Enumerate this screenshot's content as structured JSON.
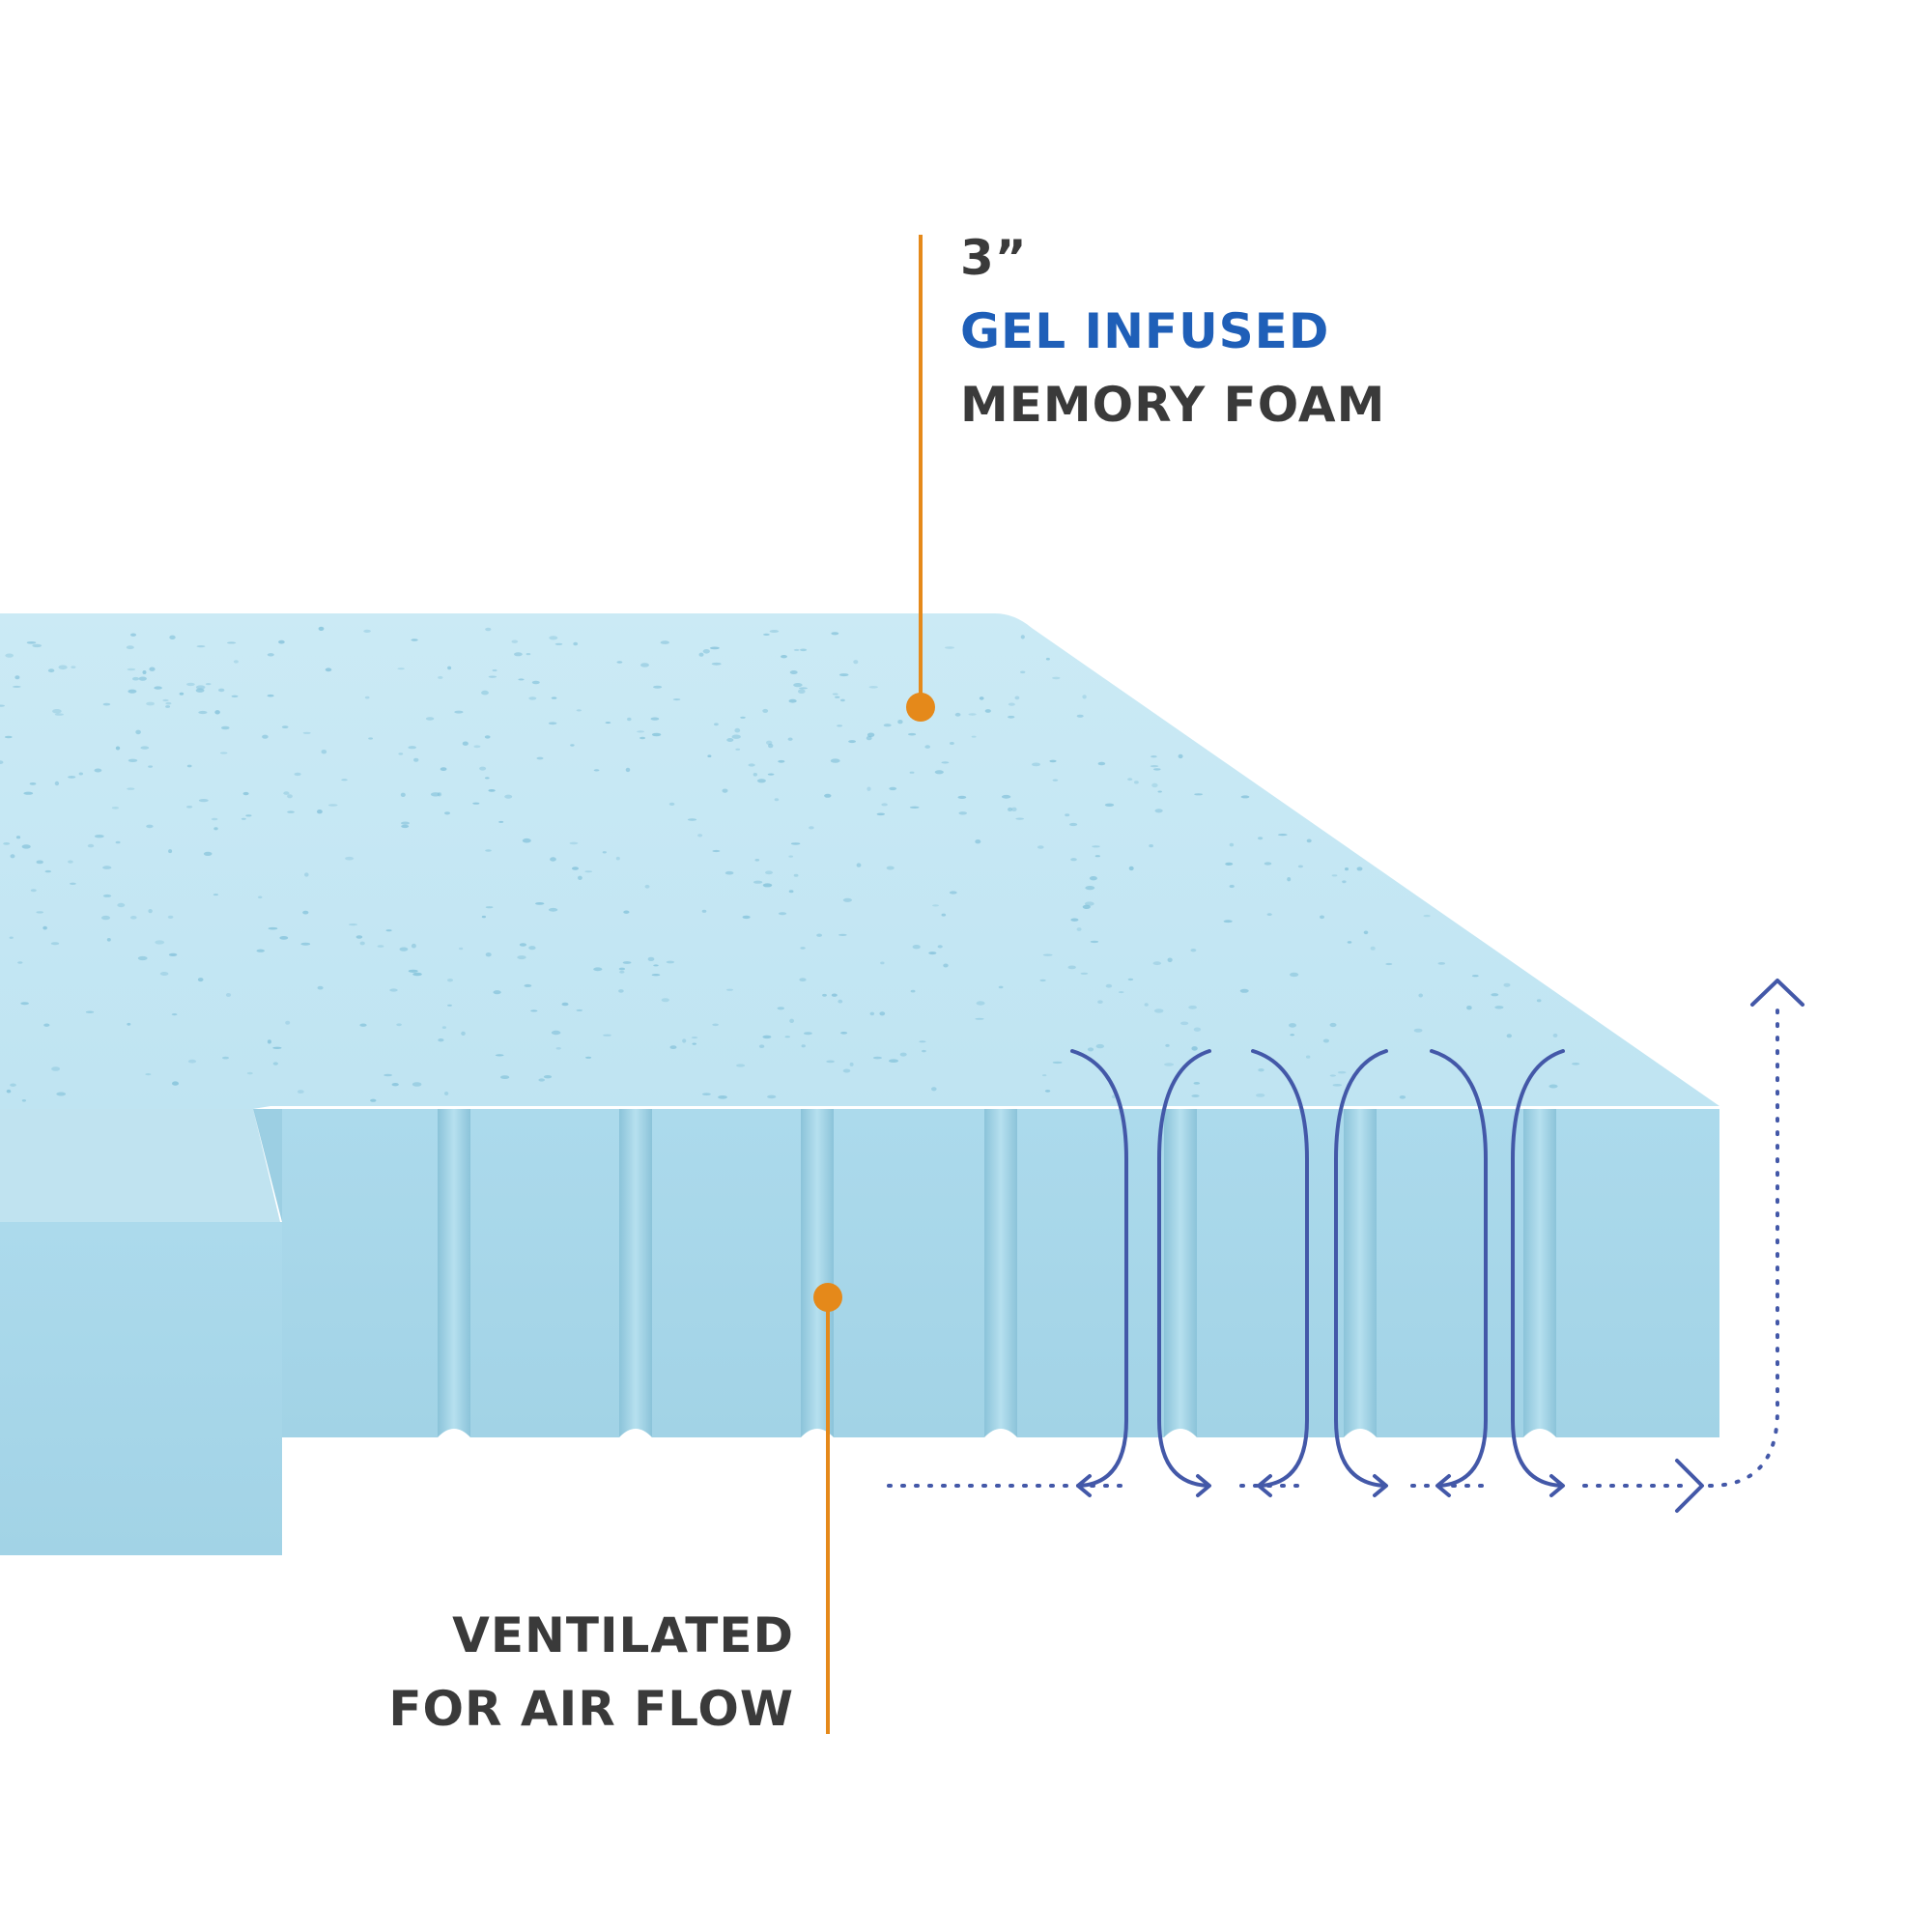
{
  "callouts": {
    "top": {
      "size": "3”",
      "material_highlight": "GEL INFUSED",
      "material": "MEMORY FOAM"
    },
    "bottom": {
      "line1": "VENTILATED",
      "line2": "FOR AIR FLOW"
    }
  },
  "colors": {
    "foam_top": "#c3e6f2",
    "foam_side": "#a9d8ea",
    "foam_groove": "#8ec6dc",
    "foam_dot": "#84c4dc",
    "leader_line": "#e5891a",
    "airflow_arrow": "#4358a8",
    "heading_blue": "#1f5fb8",
    "heading_gray": "#3a3a3a"
  }
}
